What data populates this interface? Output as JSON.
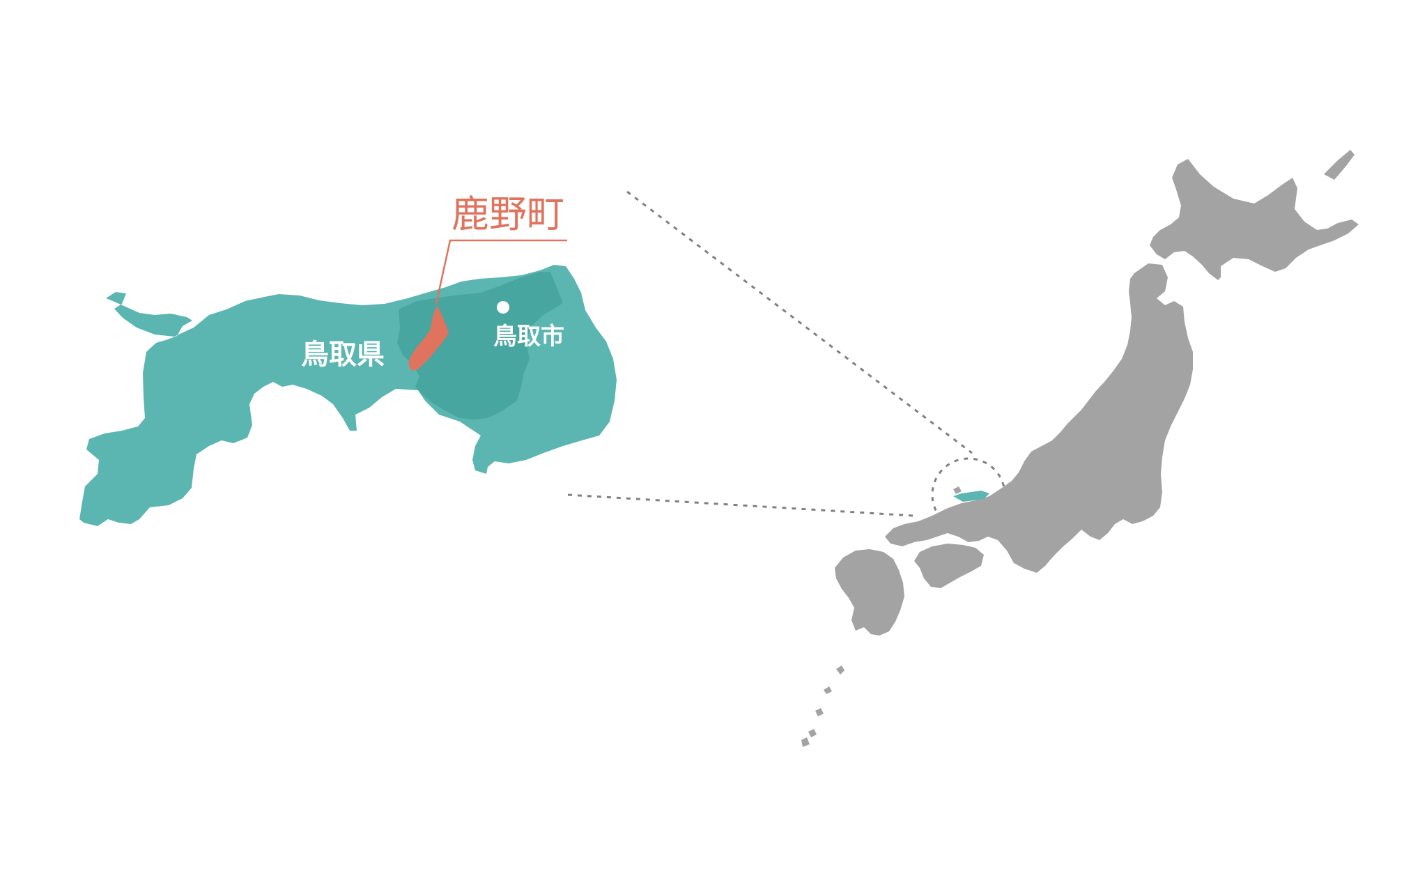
{
  "labels": {
    "prefecture": "鳥取県",
    "city": "鳥取市",
    "town": "鹿野町"
  },
  "colors": {
    "prefecture_fill": "#5bb6b1",
    "prefecture_dark": "#48a6a0",
    "town_fill": "#df735e",
    "japan_fill": "#a3a3a3",
    "connector": "#808080",
    "label_white": "#ffffff"
  },
  "icons": {
    "city_marker": "white-dot-icon"
  }
}
